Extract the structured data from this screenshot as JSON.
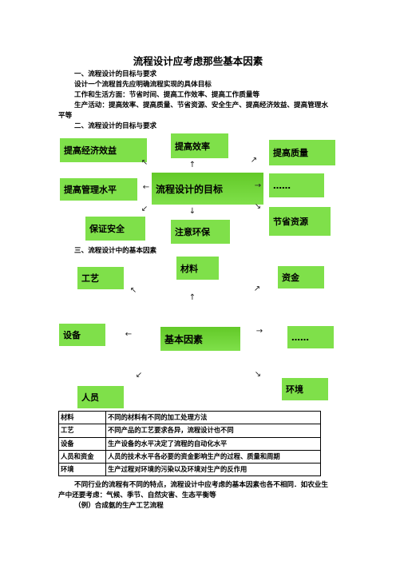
{
  "title": "流程设计应考虑那些基本因素",
  "section1": {
    "heading": "一、流程设计的目标与要求",
    "line1": "设计一个流程首先应明确流程实现的具体目标",
    "line2": "工作和生活方面：节省时间、提高工作效率、提高工作质量等",
    "line3a": "生产活动：提高效率、提高质量、节省资源、安全生产、提高经济效益、提高管理水",
    "line3b": "平等"
  },
  "section2": {
    "heading": "二、流程设计的目标与要求",
    "center": "流程设计的目标",
    "nodes": {
      "economic": "提高经济效益",
      "efficiency": "提高效率",
      "quality": "提高质量",
      "management": "提高管理水平",
      "more": "……",
      "safety": "保证安全",
      "environment": "注意环保",
      "resources": "节省资源"
    }
  },
  "section3": {
    "heading": "三、流程设计中的基本因素",
    "center": "基本因素",
    "nodes": {
      "craft": "工艺",
      "material": "材料",
      "capital": "资金",
      "equipment": "设备",
      "more": "……",
      "personnel": "人员",
      "env": "环境"
    }
  },
  "table": [
    {
      "k": "材料",
      "v": "不同的材料有不同的加工处理方法"
    },
    {
      "k": "工艺",
      "v": "不同产品的工艺要求各异，流程设计也不同"
    },
    {
      "k": "设备",
      "v": "生产设备的水平决定了流程的自动化水平"
    },
    {
      "k": "人员和资金",
      "v": "人员的技术水平各必要的资金影响生产的过程、质量和周期"
    },
    {
      "k": "环境",
      "v": "生产过程对环境的污染以及环境对生产的反作用"
    }
  ],
  "footer": {
    "line1": "不同行业的流程有不同的特点，流程设计中应考虑的基本因素也各不相同．如农业生",
    "line2": "产中还要考虑：气候、季节、自然灾害、生态平衡等",
    "line3": "（例）合成氨的生产工艺流程"
  },
  "colors": {
    "box": "#7fe04a",
    "center": "#63c928"
  }
}
